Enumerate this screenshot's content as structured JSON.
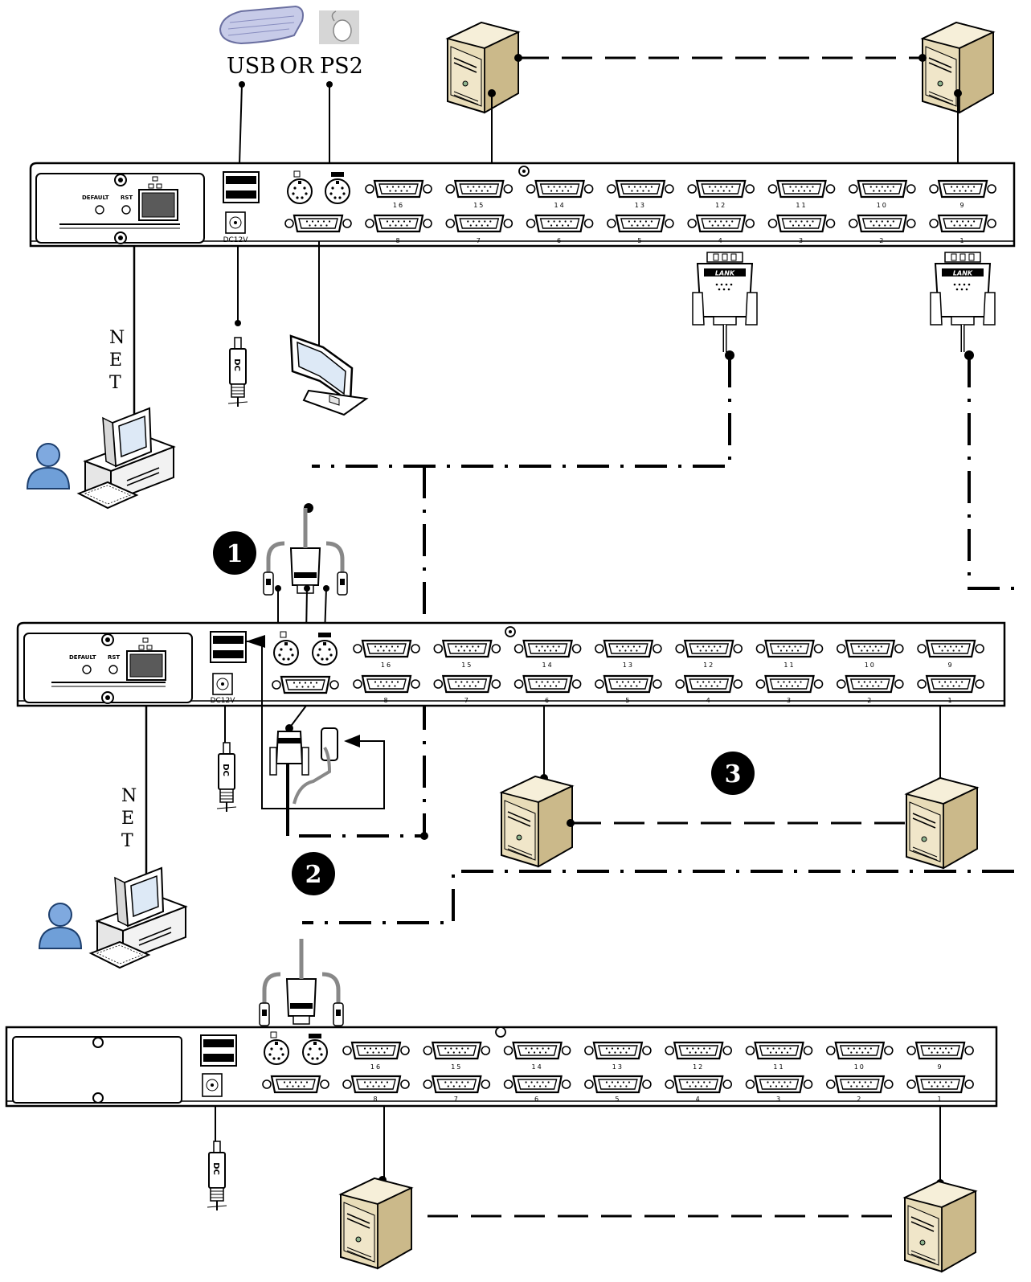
{
  "peripherals": {
    "label_usb": "USB",
    "label_or": "OR",
    "label_ps2": "PS2"
  },
  "kvm_units": [
    {
      "id": "unit-1",
      "panel_labels": {
        "default": "DEFAULT",
        "rst": "RST",
        "power": "DC12V"
      },
      "port_numbers_top": [
        "16",
        "15",
        "14",
        "13",
        "12",
        "11",
        "10",
        "9"
      ],
      "port_numbers_bottom": [
        "8",
        "7",
        "6",
        "5",
        "4",
        "3",
        "2",
        "1"
      ],
      "net_label": [
        "N",
        "E",
        "T"
      ]
    },
    {
      "id": "unit-2",
      "panel_labels": {
        "default": "DEFAULT",
        "rst": "RST",
        "power": "DC12V"
      },
      "port_numbers_top": [
        "16",
        "15",
        "14",
        "13",
        "12",
        "11",
        "10",
        "9"
      ],
      "port_numbers_bottom": [
        "8",
        "7",
        "6",
        "5",
        "4",
        "3",
        "2",
        "1"
      ],
      "net_label": [
        "N",
        "E",
        "T"
      ]
    },
    {
      "id": "unit-3",
      "panel_labels": {
        "default": "",
        "rst": "",
        "power": ""
      },
      "port_numbers_top": [
        "16",
        "15",
        "14",
        "13",
        "12",
        "11",
        "10",
        "9"
      ],
      "port_numbers_bottom": [
        "8",
        "7",
        "6",
        "5",
        "4",
        "3",
        "2",
        "1"
      ]
    }
  ],
  "steps": [
    "1",
    "2",
    "3"
  ],
  "colors": {
    "line": "#000000",
    "server_light": "#f3ecd6",
    "server_mid": "#dccfa8",
    "server_dark": "#b8a878",
    "user_blue": "#6f9fd8",
    "monitor_screen": "#dde9f6"
  },
  "icons": [
    "keyboard-icon",
    "mouse-icon",
    "server-icon",
    "monitor-icon",
    "user-icon",
    "pc-icon",
    "dc-plug-icon",
    "vga-connector-icon",
    "kvm-cable-icon"
  ]
}
